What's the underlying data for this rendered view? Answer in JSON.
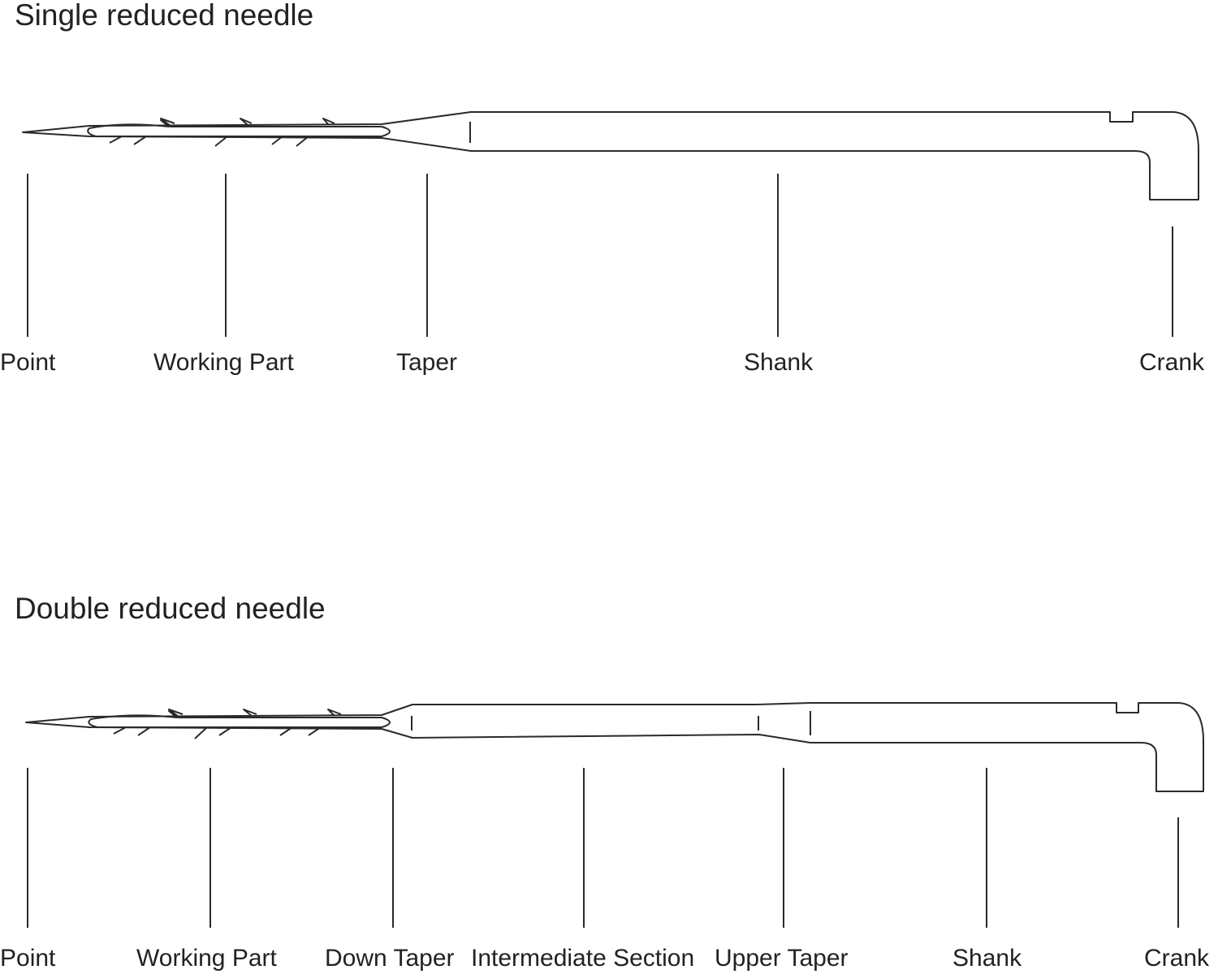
{
  "single": {
    "title": "Single reduced needle",
    "labels": {
      "point": "Point",
      "working_part": "Working Part",
      "taper": "Taper",
      "shank": "Shank",
      "crank": "Crank"
    }
  },
  "double": {
    "title": "Double reduced needle",
    "labels": {
      "point": "Point",
      "working_part": "Working Part",
      "down_taper": "Down Taper",
      "intermediate_section": "Intermediate Section",
      "upper_taper": "Upper Taper",
      "shank": "Shank",
      "crank": "Crank"
    }
  }
}
